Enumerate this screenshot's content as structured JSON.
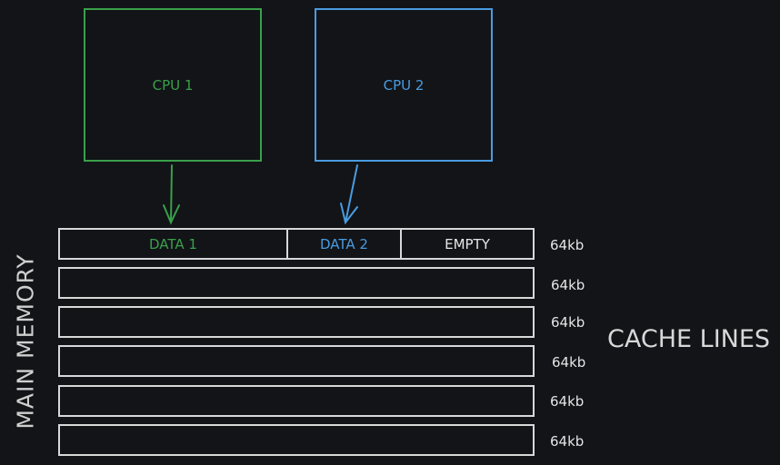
{
  "colors": {
    "cpu1": "#3aa04a",
    "cpu2": "#4a9be0",
    "line": "#d8d8d8"
  },
  "cpus": [
    {
      "label": "CPU 1"
    },
    {
      "label": "CPU 2"
    }
  ],
  "cache_lines": [
    {
      "segments": [
        "DATA 1",
        "DATA 2",
        "EMPTY"
      ],
      "size": "64kb"
    },
    {
      "size": "64kb"
    },
    {
      "size": "64kb"
    },
    {
      "size": "64kb"
    },
    {
      "size": "64kb"
    },
    {
      "size": "64kb"
    }
  ],
  "labels": {
    "main_memory": "MAIN MEMORY",
    "cache_lines": "CACHE LINES"
  }
}
